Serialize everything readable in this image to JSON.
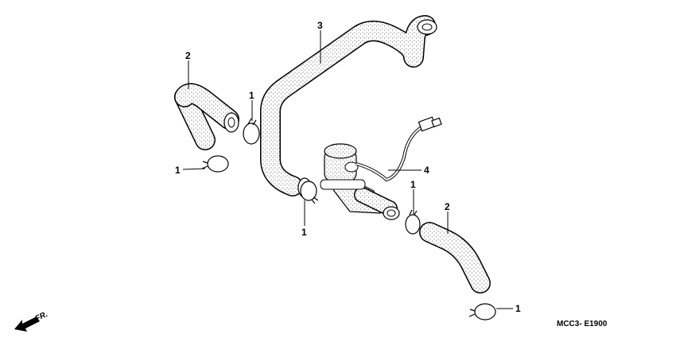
{
  "callouts": {
    "clip_top": "1",
    "clip_left": "1",
    "clip_center": "1",
    "clip_right": "1",
    "clip_bottom": "1",
    "hose_left": "2",
    "hose_right": "2",
    "pipe": "3",
    "valve": "4"
  },
  "footer": {
    "code": "MCC3- E1900",
    "direction": "FR."
  }
}
